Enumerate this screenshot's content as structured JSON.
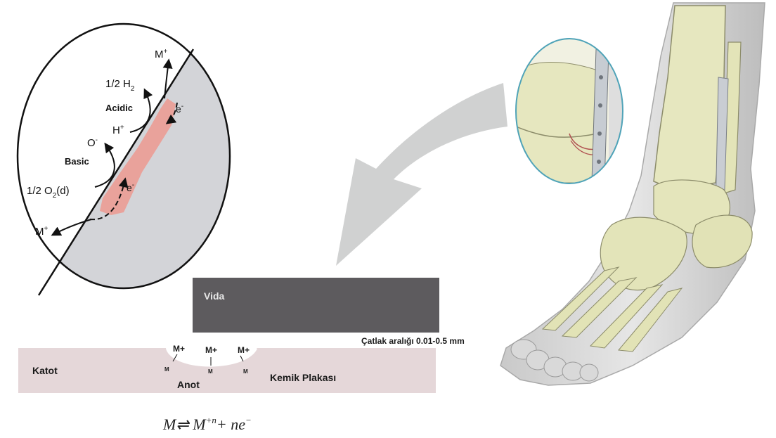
{
  "circle_inset": {
    "acidic_label": "Acidic",
    "basic_label": "Basic",
    "half_h2": "1/2 H",
    "half_h2_sub": "2",
    "h_plus": "H",
    "h_plus_sup": "+",
    "o_minus": "O",
    "o_minus_sup": "-",
    "half_o2_prefix": "1/2 O",
    "half_o2_sub": "2",
    "half_o2_suffix": "(d)",
    "m_plus_top": "M",
    "m_plus_top_sup": "+",
    "m_plus_bottom": "M",
    "m_plus_bottom_sup": "+",
    "electron_upper": "e",
    "electron_upper_sup": "-",
    "electron_lower": "e",
    "electron_lower_sup": "-"
  },
  "crevice": {
    "screw_label": "Vida",
    "gap_label": "Çatlak aralığı 0.01-0.5 mm",
    "cathode_label": "Katot",
    "anode_label": "Anot",
    "plate_label": "Kemik Plakası",
    "ions": [
      "M+",
      "M+",
      "M+"
    ],
    "metal_marks": [
      "M",
      "M",
      "M"
    ]
  },
  "equation": {
    "lhs": "M⇌ M",
    "sup1": "+n",
    "rhs": "+ ne",
    "sup2": "−"
  },
  "colors": {
    "screw": "#5d5b5e",
    "plate": "#e5d7d9",
    "metal_gray": "#d3d4d8",
    "corrosion": "#e9a29b",
    "arrow_gray": "#cfd0d0",
    "bone": "#e6e7bf",
    "skin": "#dcdcdc"
  }
}
